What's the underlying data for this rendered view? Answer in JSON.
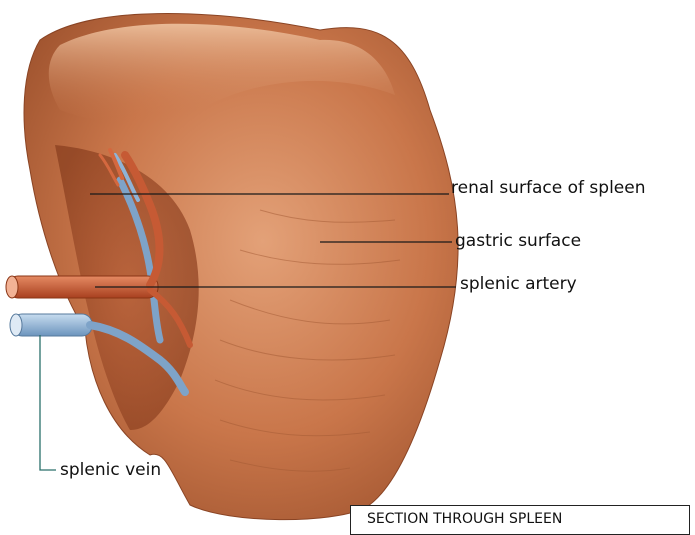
{
  "labels": {
    "renal_surface": "renal surface of spleen",
    "gastric_surface": "gastric surface",
    "splenic_artery": "splenic artery",
    "splenic_vein": "splenic vein"
  },
  "caption": "SECTION THROUGH SPLEEN",
  "colors": {
    "spleen_body": "#c9764a",
    "spleen_highlight": "#e7a77f",
    "artery": "#c65a34",
    "vein": "#8fb3d6",
    "leader_line": "#1a1a1a"
  }
}
